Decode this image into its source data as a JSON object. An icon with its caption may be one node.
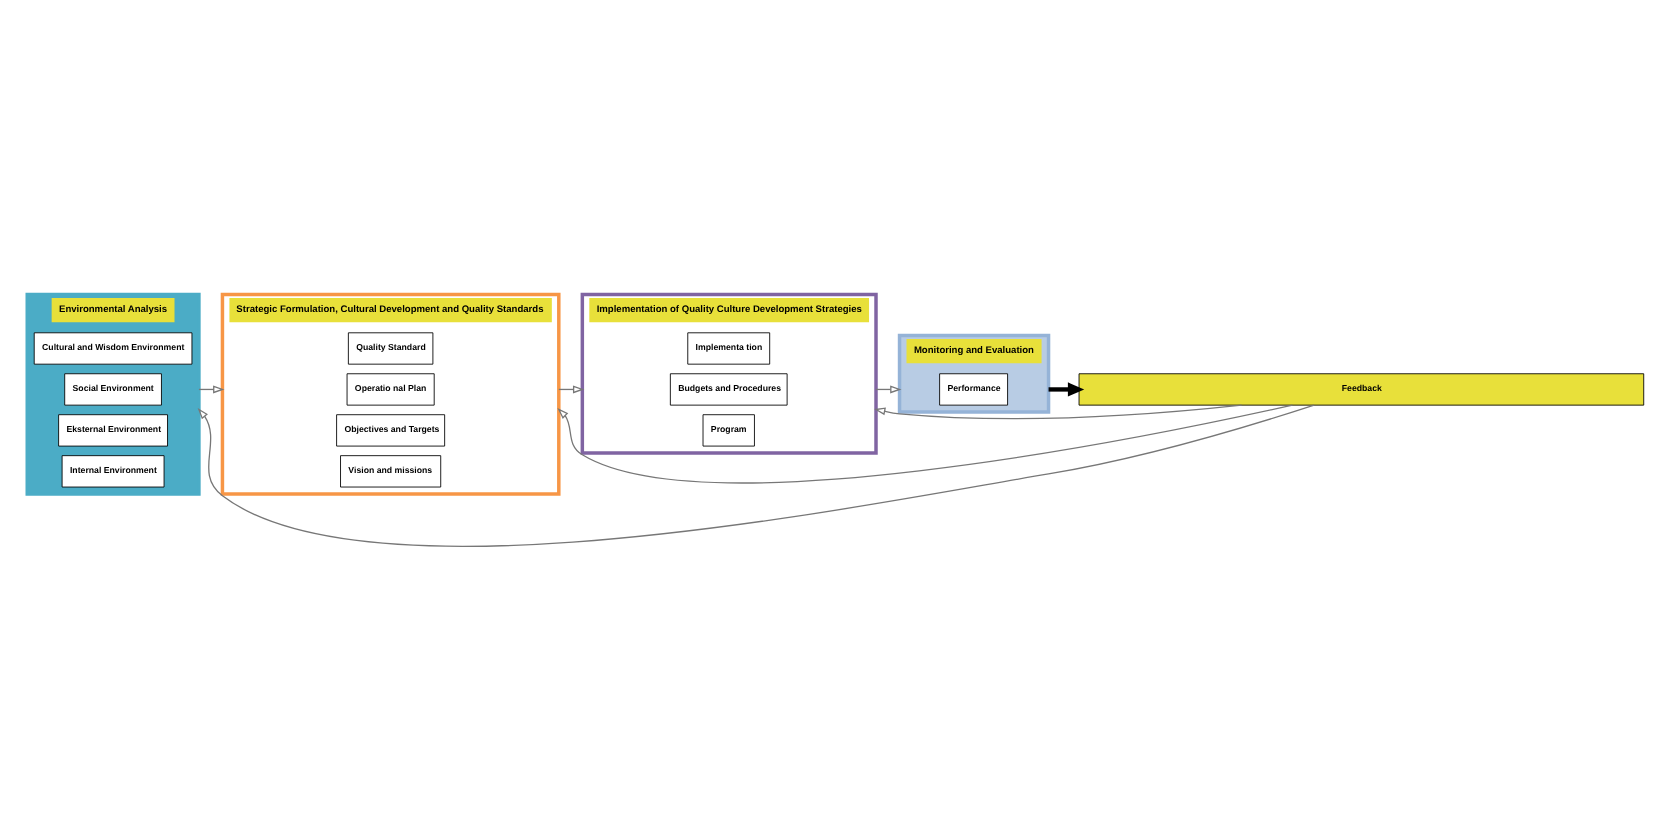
{
  "diagram": {
    "nodes": [
      {
        "text": [
          "Environmental Analysis"
        ]
      },
      {
        "text": [
          "Internal Environment"
        ],
        "in": 0
      },
      {
        "text": [
          "Eksternal Environment"
        ],
        "in": 0
      },
      {
        "text": [
          "Social Environment"
        ],
        "in": 0
      },
      {
        "text": [
          "Cultural and Wisdom Environment"
        ],
        "in": 0
      },
      {
        "text": [
          "Strategic Formulation, Cultural Development and Quality Standards"
        ]
      },
      {
        "text": [
          "Vision and missions"
        ],
        "in": 5
      },
      {
        "text": [
          "Objectives and Targets"
        ],
        "in": 5
      },
      {
        "text": [
          "Operatio nal Plan"
        ],
        "in": 5
      },
      {
        "text": [
          "Quality Standard"
        ],
        "in": 5
      },
      {
        "text": [
          "Implementation of Quality Culture Development Strategies"
        ]
      },
      {
        "text": [
          "Program"
        ],
        "in": 10
      },
      {
        "text": [
          "Budgets and Procedures"
        ],
        "in": 10
      },
      {
        "text": [
          "Implementa tion"
        ],
        "in": 10
      },
      {
        "text": [
          "Monitoring and Evaluation"
        ]
      },
      {
        "text": [
          "Performance"
        ],
        "in": 14
      },
      {
        "text": [
          "Feedback"
        ]
      }
    ],
    "edges": [
      {
        "from": 0,
        "to": 5,
        "arrow": "to"
      },
      {
        "from": 5,
        "to": 10,
        "arrow": "to"
      },
      {
        "from": 10,
        "to": 14,
        "arrow": "to"
      },
      {
        "from": 14,
        "to": 16,
        "arrow": "to",
        "style": "thick",
        "color": "#000000"
      },
      {
        "from": 16,
        "to": 0,
        "arrow": "to"
      },
      {
        "from": 16,
        "to": 5,
        "arrow": "to"
      },
      {
        "from": 16,
        "to": 10,
        "arrow": "to"
      }
    ]
  }
}
